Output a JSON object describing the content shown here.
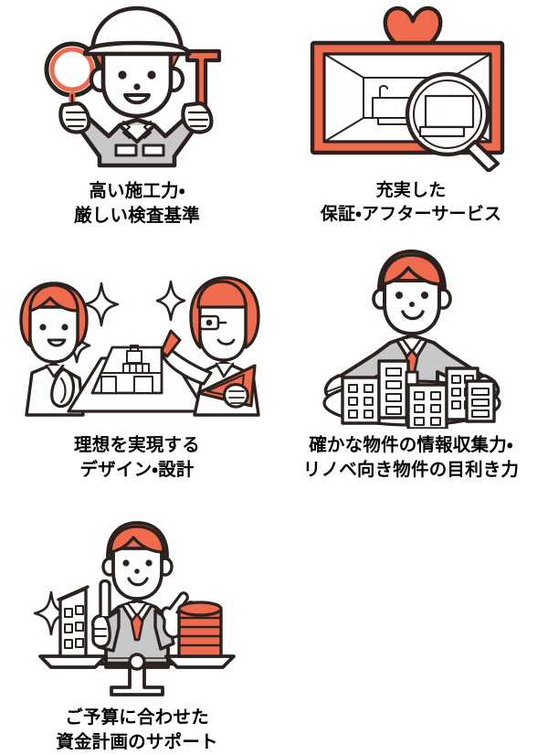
{
  "page": {
    "background": "#ffffff",
    "accent_orange": "#ef6b4e",
    "accent_orange_dark": "#e4543a",
    "outline": "#2b2220",
    "gray_fill": "#c8c8c8",
    "text_color": "#000000",
    "columns": 2
  },
  "cards": [
    {
      "id": "construction-quality",
      "icon": "worker-with-magnifier-and-hammer-icon",
      "caption": "高い施工力・\n厳しい検査基準",
      "line1": "高い施工力・",
      "line2": "厳しい検査基準"
    },
    {
      "id": "warranty-aftercare",
      "icon": "framed-room-with-heart-ribbon-and-magnifier-icon",
      "caption": "充実した\n保証・アフターサービス",
      "line1": "充実した",
      "line2": "保証・アフターサービス"
    },
    {
      "id": "design-planning",
      "icon": "two-people-reviewing-floor-plan-icon",
      "caption": "理想を実現する\nデザイン・設計",
      "line1": "理想を実現する",
      "line2": "デザイン・設計"
    },
    {
      "id": "property-sourcing",
      "icon": "agent-with-buildings-icon",
      "caption": "確かな物件の情報収集力・\nリノベ向き物件の目利き力",
      "line1": "確かな物件の情報収集力・",
      "line2": "リノベ向き物件の目利き力"
    },
    {
      "id": "budget-support",
      "icon": "agent-with-balance-scale-building-and-coins-icon",
      "caption": "ご予算に合わせた\n資金計画のサポート",
      "line1": "ご予算に合わせた",
      "line2": "資金計画のサポート"
    }
  ]
}
